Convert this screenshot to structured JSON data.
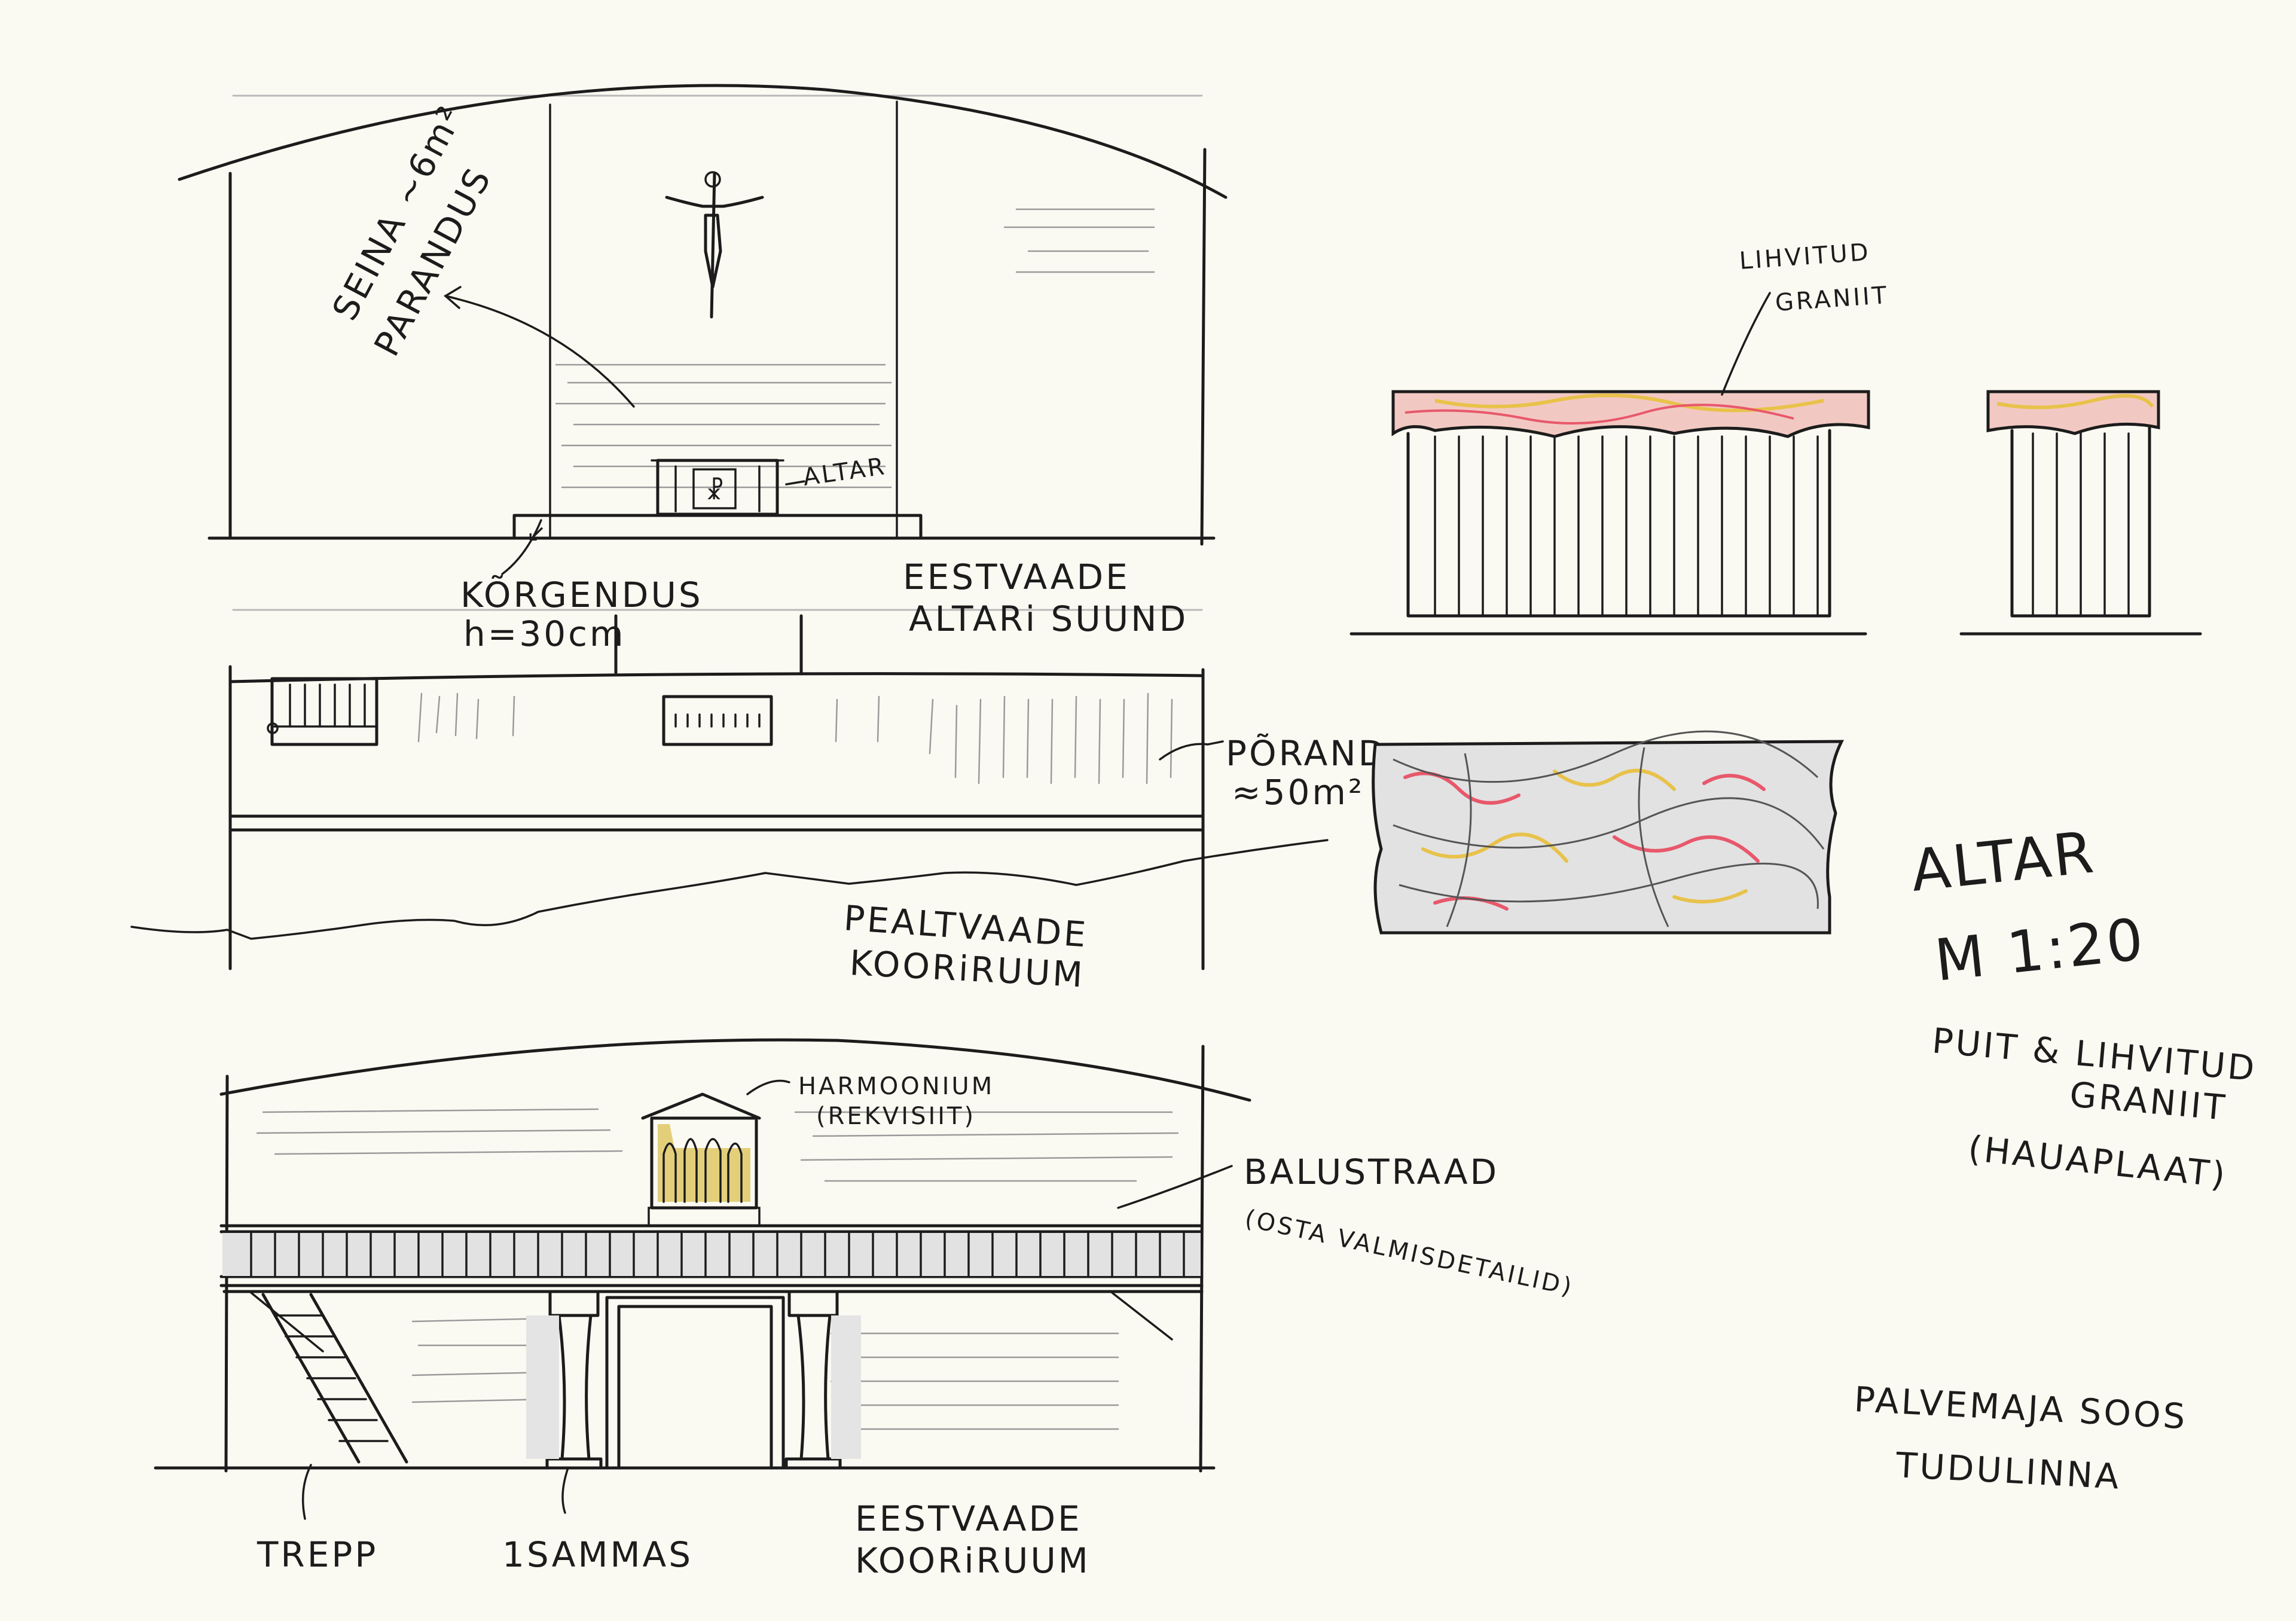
{
  "labels": {
    "seina_parandus_line1": "SEINA ~6m²",
    "seina_parandus_line2": "PARANDUS",
    "altar_arrow": "ALTAR",
    "korgendus_line1": "KÕRGENDUS",
    "korgendus_line2": "h=30cm",
    "front_view_altar_line1": "EESTVAADE",
    "front_view_altar_line2": "ALTARi SUUND",
    "poorand_line1": "PÕRAND",
    "poorand_line2": "≈50m²",
    "top_view_line1": "PEALTVAADE",
    "top_view_line2": "KOORiRUUM",
    "harmoonium_line1": "HARMOONIUM",
    "harmoonium_line2": "(REKVISIIT)",
    "balustraad_line1": "BALUSTRAAD",
    "balustraad_line2": "(OSTA VALMISDETAILID)",
    "trepp": "TREPP",
    "sammas": "1SAMMAS",
    "front_view_choir_line1": "EESTVAADE",
    "front_view_choir_line2": "KOORiRUUM",
    "granite_line1": "LIHVITUD",
    "granite_line2": "GRANIIT",
    "altar_title": "ALTAR",
    "altar_scale": "M 1:20",
    "altar_material_line1": "PUIT & LIHVITUD",
    "altar_material_line2": "GRANIIT",
    "altar_material_line3": "(HAUAPLAAT)",
    "project_line1": "PALVEMAJA SOOS",
    "project_line2": "TUDULINNA"
  },
  "colors": {
    "paper": "#fbfaf2",
    "ink": "#1c1c1c",
    "pencil_gray": "#b9b9b9",
    "granite_red": "#e8586b",
    "granite_yellow": "#e8c24a",
    "harmonium_yellow": "#e3cf7a"
  }
}
